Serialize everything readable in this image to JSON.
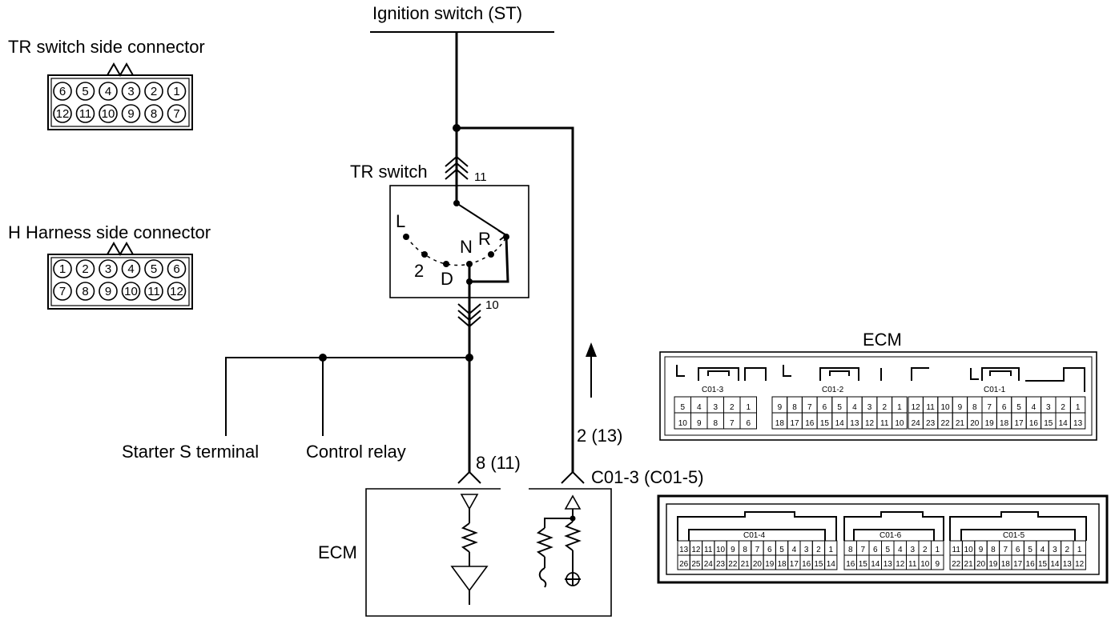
{
  "labels": {
    "ignition": "Ignition switch (ST)",
    "tr_side": "TR switch side connector",
    "h_side": "H Harness side connector",
    "tr_switch": "TR switch",
    "starter": "Starter S terminal",
    "control_relay": "Control relay",
    "ecm_left": "ECM",
    "ecm_top": "ECM"
  },
  "tr_switch_positions": {
    "L": "L",
    "two": "2",
    "D": "D",
    "N": "N",
    "R": "R"
  },
  "wire_labels": {
    "pin11": "11",
    "pin10": "10",
    "left_pin": "8 (11)",
    "right_pin": "2 (13)",
    "connector": "C01-3 (C01-5)"
  },
  "tr_connector": {
    "row1": [
      "6",
      "5",
      "4",
      "3",
      "2",
      "1"
    ],
    "row2": [
      "12",
      "11",
      "10",
      "9",
      "8",
      "7"
    ]
  },
  "h_connector": {
    "row1": [
      "1",
      "2",
      "3",
      "4",
      "5",
      "6"
    ],
    "row2": [
      "7",
      "8",
      "9",
      "10",
      "11",
      "12"
    ]
  },
  "ecm_upper": {
    "names": [
      "C01-3",
      "C01-2",
      "C01-1"
    ],
    "c013": {
      "row1": [
        "5",
        "4",
        "3",
        "2",
        "1"
      ],
      "row2": [
        "10",
        "9",
        "8",
        "7",
        "6"
      ]
    },
    "c012": {
      "row1": [
        "9",
        "8",
        "7",
        "6",
        "5",
        "4",
        "3",
        "2",
        "1"
      ],
      "row2": [
        "18",
        "17",
        "16",
        "15",
        "14",
        "13",
        "12",
        "11",
        "10"
      ]
    },
    "c011": {
      "row1": [
        "12",
        "11",
        "10",
        "9",
        "8",
        "7",
        "6",
        "5",
        "4",
        "3",
        "2",
        "1"
      ],
      "row2": [
        "24",
        "23",
        "22",
        "21",
        "20",
        "19",
        "18",
        "17",
        "16",
        "15",
        "14",
        "13"
      ]
    }
  },
  "ecm_lower": {
    "names": [
      "C01-4",
      "C01-6",
      "C01-5"
    ],
    "c014": {
      "row1": [
        "13",
        "12",
        "11",
        "10",
        "9",
        "8",
        "7",
        "6",
        "5",
        "4",
        "3",
        "2",
        "1"
      ],
      "row2": [
        "26",
        "25",
        "24",
        "23",
        "22",
        "21",
        "20",
        "19",
        "18",
        "17",
        "16",
        "15",
        "14"
      ]
    },
    "c016": {
      "row1": [
        "8",
        "7",
        "6",
        "5",
        "4",
        "3",
        "2",
        "1"
      ],
      "row2": [
        "16",
        "15",
        "14",
        "13",
        "12",
        "11",
        "10",
        "9"
      ]
    },
    "c015": {
      "row1": [
        "11",
        "10",
        "9",
        "8",
        "7",
        "6",
        "5",
        "4",
        "3",
        "2",
        "1"
      ],
      "row2": [
        "22",
        "21",
        "20",
        "19",
        "18",
        "17",
        "16",
        "15",
        "14",
        "13",
        "12"
      ]
    }
  }
}
